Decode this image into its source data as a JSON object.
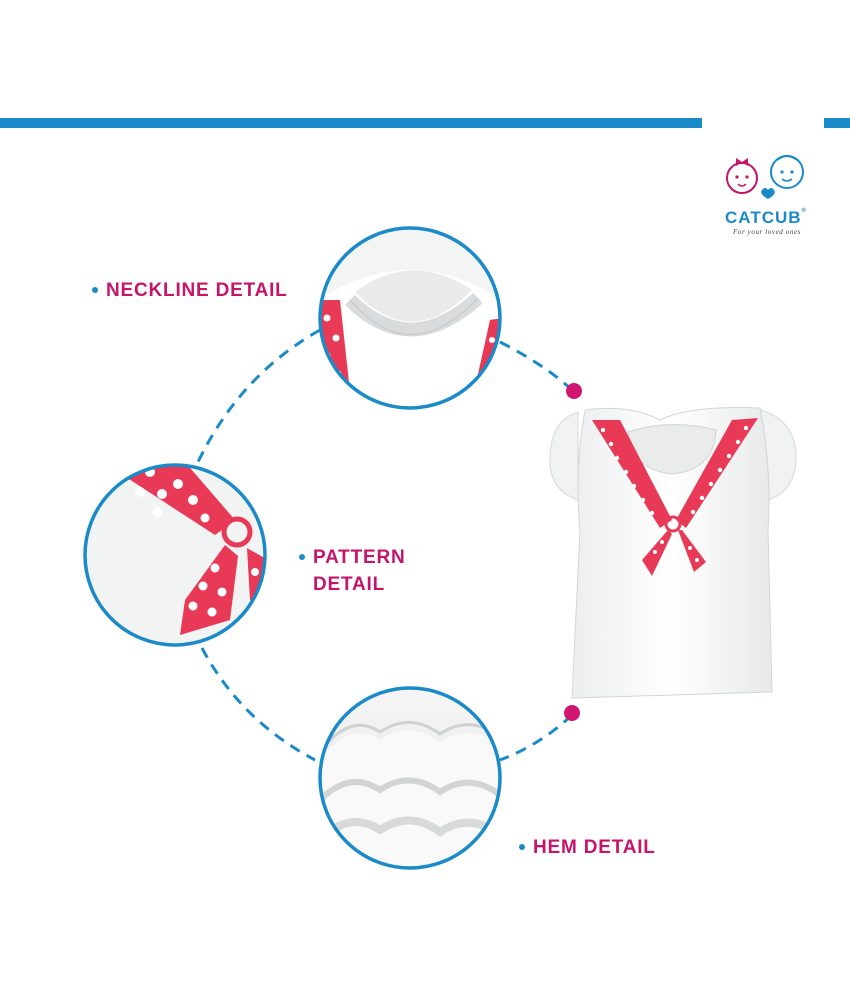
{
  "brand": {
    "name": "CATCUB",
    "registered_mark": "®",
    "tagline": "For your loved ones"
  },
  "callouts": {
    "neckline": {
      "label": "NECKLINE DETAIL"
    },
    "pattern": {
      "line1": "PATTERN",
      "line2": "DETAIL"
    },
    "hem": {
      "label": "HEM DETAIL"
    }
  },
  "colors": {
    "accent_blue": "#1b8ac8",
    "accent_magenta": "#c4146b",
    "print_red": "#e83a57"
  },
  "icons": [
    "girl-face-icon",
    "boy-face-icon",
    "heart-icon"
  ]
}
